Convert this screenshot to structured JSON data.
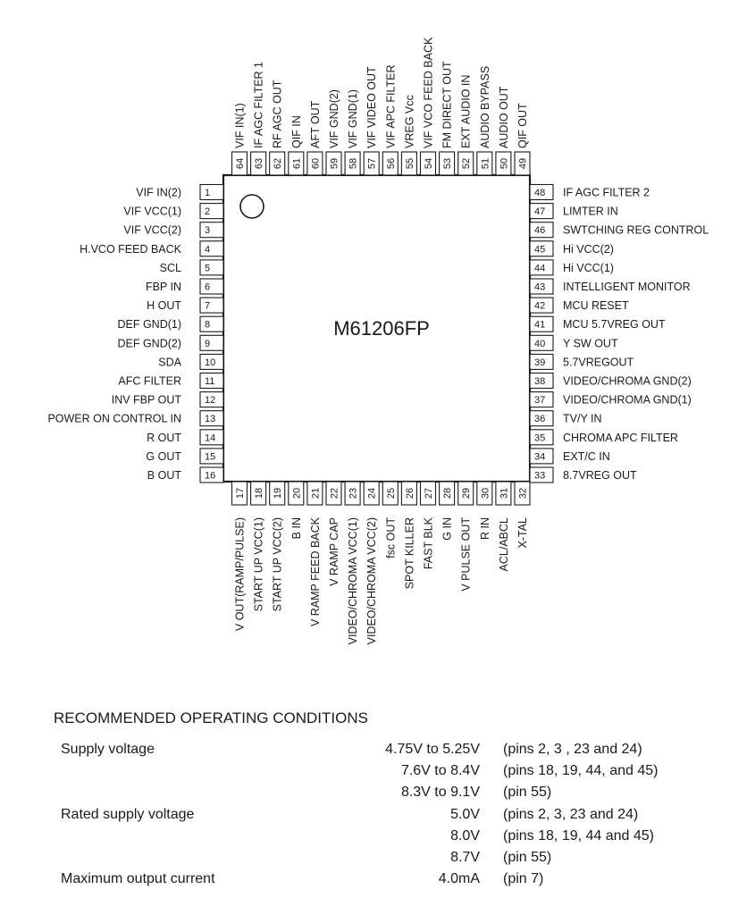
{
  "chip": {
    "name": "M61206FP"
  },
  "pins": {
    "left": [
      {
        "num": "1",
        "label": "VIF IN(2)"
      },
      {
        "num": "2",
        "label": "VIF VCC(1)"
      },
      {
        "num": "3",
        "label": "VIF VCC(2)"
      },
      {
        "num": "4",
        "label": "H.VCO FEED BACK"
      },
      {
        "num": "5",
        "label": "SCL"
      },
      {
        "num": "6",
        "label": "FBP IN"
      },
      {
        "num": "7",
        "label": "H OUT"
      },
      {
        "num": "8",
        "label": "DEF GND(1)"
      },
      {
        "num": "9",
        "label": "DEF GND(2)"
      },
      {
        "num": "10",
        "label": "SDA"
      },
      {
        "num": "11",
        "label": "AFC FILTER"
      },
      {
        "num": "12",
        "label": "INV FBP OUT"
      },
      {
        "num": "13",
        "label": "POWER ON CONTROL IN"
      },
      {
        "num": "14",
        "label": "R OUT"
      },
      {
        "num": "15",
        "label": "G OUT"
      },
      {
        "num": "16",
        "label": "B OUT"
      }
    ],
    "bottom": [
      {
        "num": "17",
        "label": "V OUT(RAMP/PULSE)"
      },
      {
        "num": "18",
        "label": "START UP VCC(1)"
      },
      {
        "num": "19",
        "label": "START UP VCC(2)"
      },
      {
        "num": "20",
        "label": "B IN"
      },
      {
        "num": "21",
        "label": "V RAMP FEED BACK"
      },
      {
        "num": "22",
        "label": "V RAMP CAP"
      },
      {
        "num": "23",
        "label": "VIDEO/CHROMA VCC(1)"
      },
      {
        "num": "24",
        "label": "VIDEO/CHROMA VCC(2)"
      },
      {
        "num": "25",
        "label": "fsc OUT"
      },
      {
        "num": "26",
        "label": "SPOT KILLER"
      },
      {
        "num": "27",
        "label": "FAST BLK"
      },
      {
        "num": "28",
        "label": "G IN"
      },
      {
        "num": "29",
        "label": "V PULSE OUT"
      },
      {
        "num": "30",
        "label": "R IN"
      },
      {
        "num": "31",
        "label": "ACL/ABCL"
      },
      {
        "num": "32",
        "label": "X-TAL"
      }
    ],
    "right": [
      {
        "num": "48",
        "label": "IF AGC FILTER 2"
      },
      {
        "num": "47",
        "label": "LIMTER IN"
      },
      {
        "num": "46",
        "label": "SWTCHING REG CONTROL"
      },
      {
        "num": "45",
        "label": "Hi VCC(2)"
      },
      {
        "num": "44",
        "label": "Hi VCC(1)"
      },
      {
        "num": "43",
        "label": "INTELLIGENT MONITOR"
      },
      {
        "num": "42",
        "label": "MCU RESET"
      },
      {
        "num": "41",
        "label": "MCU 5.7VREG OUT"
      },
      {
        "num": "40",
        "label": "Y SW OUT"
      },
      {
        "num": "39",
        "label": "5.7VREGOUT"
      },
      {
        "num": "38",
        "label": "VIDEO/CHROMA GND(2)"
      },
      {
        "num": "37",
        "label": "VIDEO/CHROMA GND(1)"
      },
      {
        "num": "36",
        "label": "TV/Y IN"
      },
      {
        "num": "35",
        "label": "CHROMA APC FILTER"
      },
      {
        "num": "34",
        "label": "EXT/C IN"
      },
      {
        "num": "33",
        "label": "8.7VREG OUT"
      }
    ],
    "top": [
      {
        "num": "64",
        "label": "VIF IN(1)"
      },
      {
        "num": "63",
        "label": "IF AGC FILTER 1"
      },
      {
        "num": "62",
        "label": "RF AGC OUT"
      },
      {
        "num": "61",
        "label": "QIF IN"
      },
      {
        "num": "60",
        "label": "AFT OUT"
      },
      {
        "num": "59",
        "label": "VIF GND(2)"
      },
      {
        "num": "58",
        "label": "VIF GND(1)"
      },
      {
        "num": "57",
        "label": "VIF VIDEO OUT"
      },
      {
        "num": "56",
        "label": "VIF APC FILTER"
      },
      {
        "num": "55",
        "label": "VREG Vcc"
      },
      {
        "num": "54",
        "label": "VIF VCO FEED BACK"
      },
      {
        "num": "53",
        "label": "FM DIRECT OUT"
      },
      {
        "num": "52",
        "label": "EXT AUDIO IN"
      },
      {
        "num": "51",
        "label": "AUDIO BYPASS"
      },
      {
        "num": "50",
        "label": "AUDIO OUT"
      },
      {
        "num": "49",
        "label": "QIF OUT"
      }
    ]
  },
  "conditions": {
    "title": "RECOMMENDED OPERATING CONDITIONS",
    "rows": [
      {
        "param": "Supply voltage",
        "value": "4.75V to 5.25V",
        "note": "(pins 2, 3 , 23 and 24)"
      },
      {
        "param": "",
        "value": "7.6V to 8.4V",
        "note": "(pins 18, 19, 44, and 45)"
      },
      {
        "param": "",
        "value": "8.3V to 9.1V",
        "note": "(pin 55)"
      },
      {
        "param": "Rated supply voltage",
        "value": "5.0V",
        "note": "(pins 2, 3, 23 and 24)"
      },
      {
        "param": "",
        "value": "8.0V",
        "note": "(pins 18, 19, 44 and 45)"
      },
      {
        "param": "",
        "value": "8.7V",
        "note": "(pin 55)"
      },
      {
        "param": "Maximum output current",
        "value": "4.0mA",
        "note": "(pin 7)"
      }
    ]
  }
}
